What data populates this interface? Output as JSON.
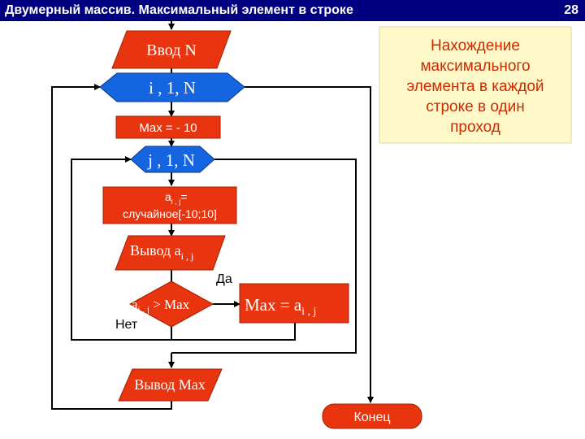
{
  "header": {
    "title": "Двумерный массив. Максимальный элемент в строке",
    "page_number": "28"
  },
  "note": {
    "lines": [
      "Нахождение",
      "максимального",
      "элемента в каждой",
      "строке в один",
      "проход"
    ]
  },
  "flowchart": {
    "input_n": "Ввод N",
    "loop_i": "i , 1, N",
    "init_max": "Max = - 10",
    "loop_j": "j , 1, N",
    "assign_a": "a",
    "assign_a_sub": "i , j",
    "assign_eq": "=",
    "assign_rand": "случайное[-10;10]",
    "output_a": "Вывод a",
    "output_a_sub": "i , j",
    "cond_a": "a",
    "cond_a_sub": "i , j",
    "cond_rest": " > Max",
    "yes_label": "Да",
    "no_label": "Нет",
    "set_max": "Max = a",
    "set_max_sub": "i , j",
    "output_max": "Вывод Max",
    "end": "Конец"
  },
  "colors": {
    "title_bg": "#000080",
    "block_red": "#e8340f",
    "block_blue": "#1565e0",
    "note_bg": "#fff8c8",
    "note_text": "#cc2a00"
  }
}
